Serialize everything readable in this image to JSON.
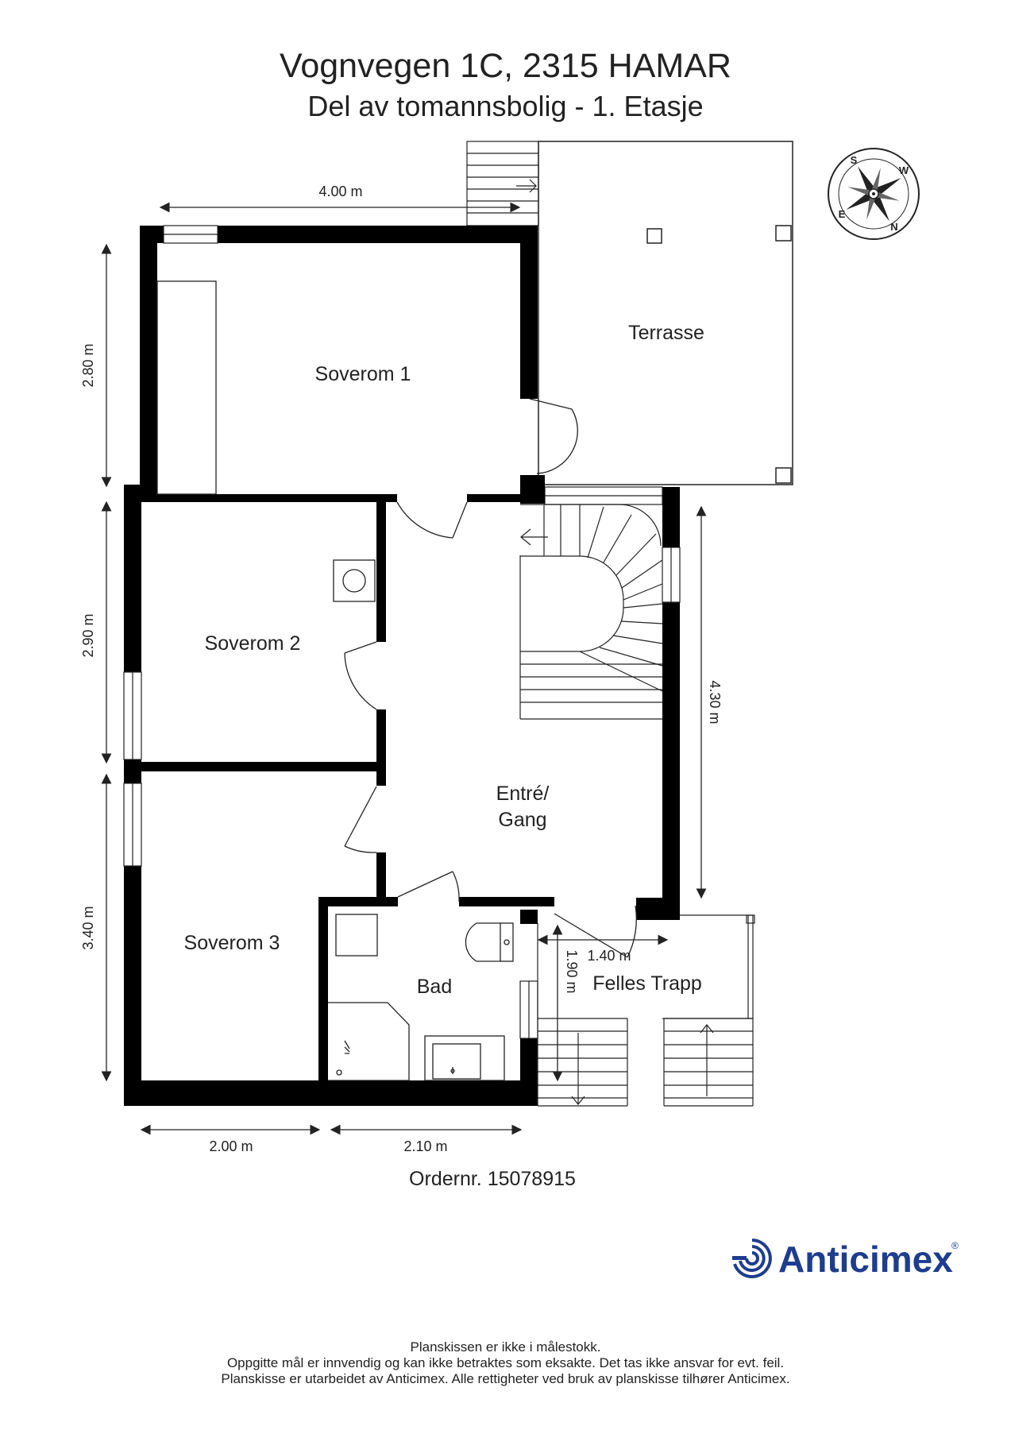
{
  "header": {
    "title": "Vognvegen 1C, 2315 HAMAR",
    "subtitle": "Del av tomannsbolig - 1. Etasje"
  },
  "rooms": {
    "soverom1": "Soverom 1",
    "soverom2": "Soverom 2",
    "soverom3": "Soverom 3",
    "terrasse": "Terrasse",
    "entre_line1": "Entré/",
    "entre_line2": "Gang",
    "bad": "Bad",
    "felles_trapp": "Felles Trapp"
  },
  "dimensions": {
    "top_width": "4.00 m",
    "left_soverom1": "2.80 m",
    "left_soverom2": "2.90 m",
    "left_soverom3": "3.40 m",
    "right_stair": "4.30 m",
    "bottom_soverom3": "2.00 m",
    "bottom_bad": "2.10 m",
    "trapp_width": "1.40 m",
    "trapp_depth": "1.90 m"
  },
  "compass": {
    "s": "S",
    "w": "W",
    "n": "N",
    "e": "E"
  },
  "order": "Ordernr. 15078915",
  "brand": {
    "name": "Anticimex",
    "reg": "®",
    "color": "#1e3d8f"
  },
  "footer": {
    "line1": "Planskissen er ikke i målestokk.",
    "line2": "Oppgitte mål er innvendig og kan ikke betraktes som eksakte. Det tas ikke ansvar for evt. feil.",
    "line3": "Planskisse er utarbeidet av Anticimex. Alle rettigheter ved bruk av planskisse tilhører Anticimex."
  }
}
